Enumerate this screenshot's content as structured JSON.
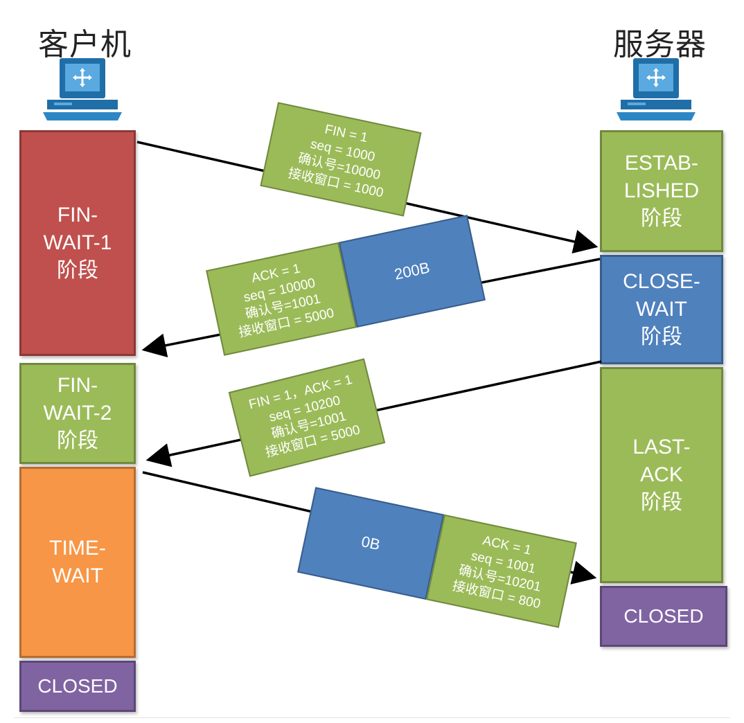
{
  "hosts": {
    "client": {
      "title": "客户机",
      "icon": "desktop-computer-icon"
    },
    "server": {
      "title": "服务器",
      "icon": "desktop-computer-icon"
    }
  },
  "client_states": [
    {
      "label": "FIN-\nWAIT-1\n阶段",
      "color": "#c0504d"
    },
    {
      "label": "FIN-\nWAIT-2\n阶段",
      "color": "#9bbb59"
    },
    {
      "label": "TIME-\nWAIT",
      "color": "#f79646"
    },
    {
      "label": "CLOSED",
      "color": "#8064a2"
    }
  ],
  "server_states": [
    {
      "label": "ESTAB-\nLISHED\n阶段",
      "color": "#9bbb59"
    },
    {
      "label": "CLOSE-\nWAIT\n阶段",
      "color": "#4f81bd"
    },
    {
      "label": "LAST-\nACK\n阶段",
      "color": "#9bbb59"
    },
    {
      "label": "CLOSED",
      "color": "#8064a2"
    }
  ],
  "segments": [
    {
      "header": "FIN = 1\nseq = 1000\n确认号=10000\n接收窗口 = 1000",
      "payload": ""
    },
    {
      "header": "ACK = 1\nseq = 10000\n确认号=1001\n接收窗口 = 5000",
      "payload": "200B"
    },
    {
      "header": "FIN = 1，ACK = 1\nseq = 10200\n确认号=1001\n接收窗口 = 5000",
      "payload": ""
    },
    {
      "header": "ACK = 1\nseq = 1001\n确认号=10201\n接收窗口 = 800",
      "payload": "0B"
    }
  ]
}
